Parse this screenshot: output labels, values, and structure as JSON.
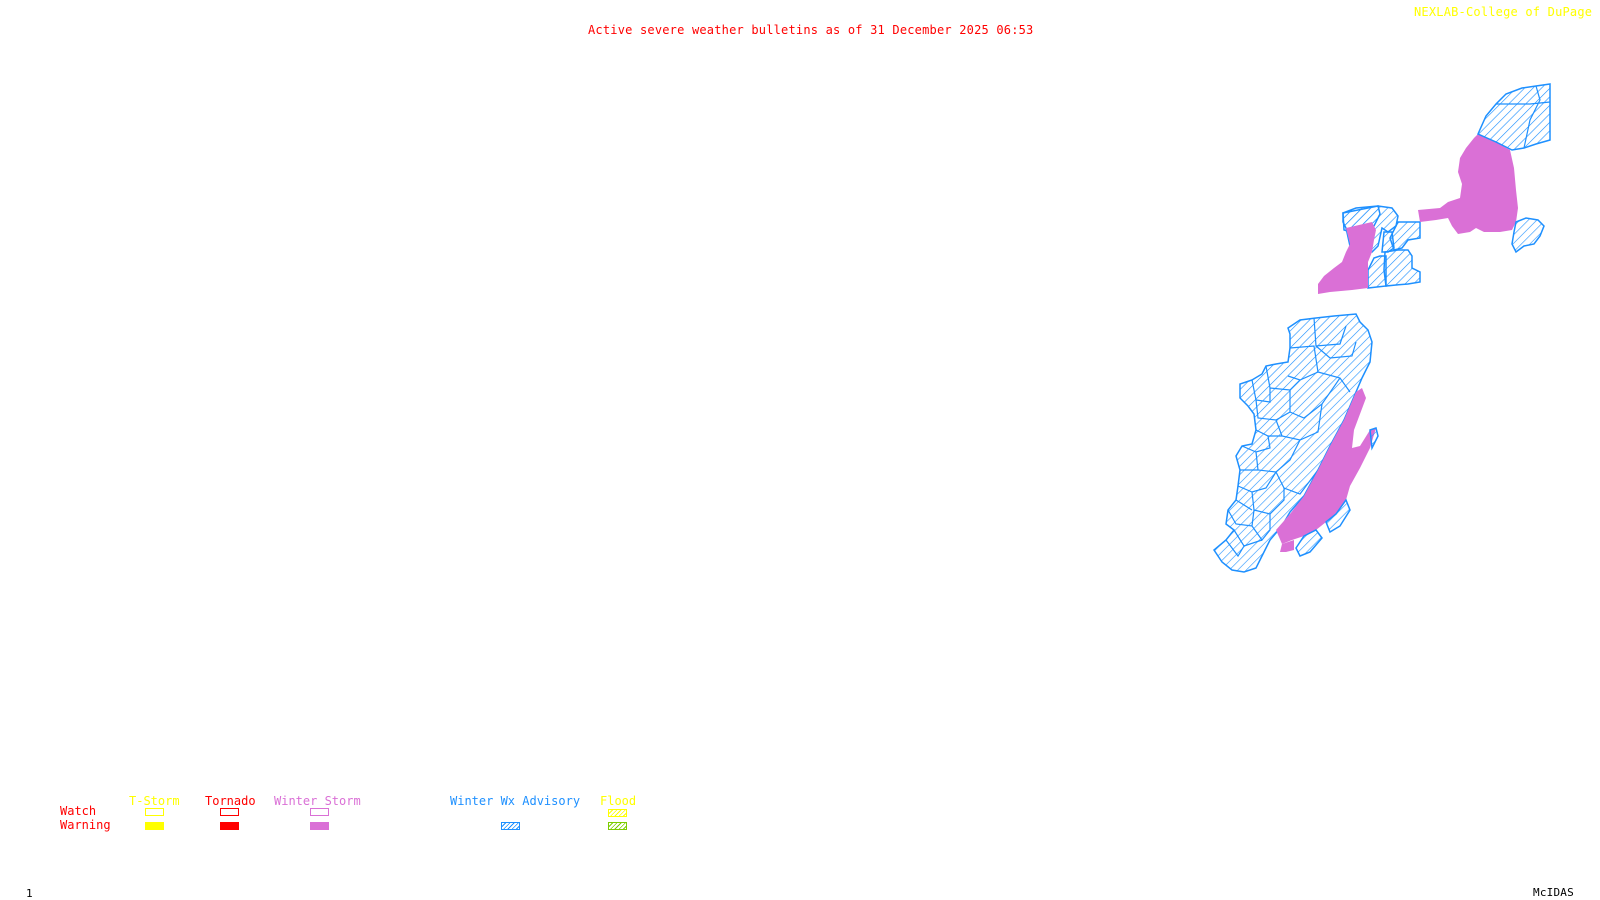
{
  "header": {
    "title": "Active severe weather bulletins as of 31 December 2025 06:53",
    "credit": "NEXLAB-College of DuPage",
    "credit_icon": "nexlab-logo-icon"
  },
  "footer": {
    "frame_number": "1",
    "software": "McIDAS"
  },
  "colors": {
    "title": "#ff0000",
    "credit": "#ffff00",
    "tstorm": "#ffff00",
    "tornado": "#ff0000",
    "winter_storm": "#da70d6",
    "winter_wx_advisory": "#1e90ff",
    "flood_watch": "#ffff00",
    "flood_warning": "#7ccd00",
    "row_labels": "#ff0000"
  },
  "legend": {
    "row_labels": {
      "watch": "Watch",
      "warning": "Warning"
    },
    "categories": [
      {
        "key": "tstorm",
        "label": "T-Storm",
        "watch_style": "outline",
        "warning_style": "solid"
      },
      {
        "key": "tornado",
        "label": "Tornado",
        "watch_style": "outline",
        "warning_style": "solid"
      },
      {
        "key": "winter_storm",
        "label": "Winter Storm",
        "watch_style": "outline",
        "warning_style": "solid"
      },
      {
        "key": "winter_wx_advisory",
        "label": "Winter Wx Advisory",
        "watch_style": "none",
        "warning_style": "hatch"
      },
      {
        "key": "flood",
        "label": "Flood",
        "watch_style": "hatch",
        "warning_style": "hatch"
      }
    ]
  },
  "map": {
    "active_bulletin_types": [
      "Winter Storm Warning",
      "Winter Wx Advisory"
    ],
    "regions": [
      {
        "name": "northern-cluster-west-warning",
        "type": "Winter Storm Warning"
      },
      {
        "name": "northern-cluster-east-warning",
        "type": "Winter Storm Warning"
      },
      {
        "name": "northern-cluster-advisory-counties",
        "type": "Winter Wx Advisory"
      },
      {
        "name": "northeast-advisory-counties",
        "type": "Winter Wx Advisory"
      },
      {
        "name": "east-advisory-county",
        "type": "Winter Wx Advisory"
      },
      {
        "name": "southern-cluster-advisory-counties",
        "type": "Winter Wx Advisory"
      },
      {
        "name": "southern-cluster-warning",
        "type": "Winter Storm Warning"
      }
    ]
  }
}
